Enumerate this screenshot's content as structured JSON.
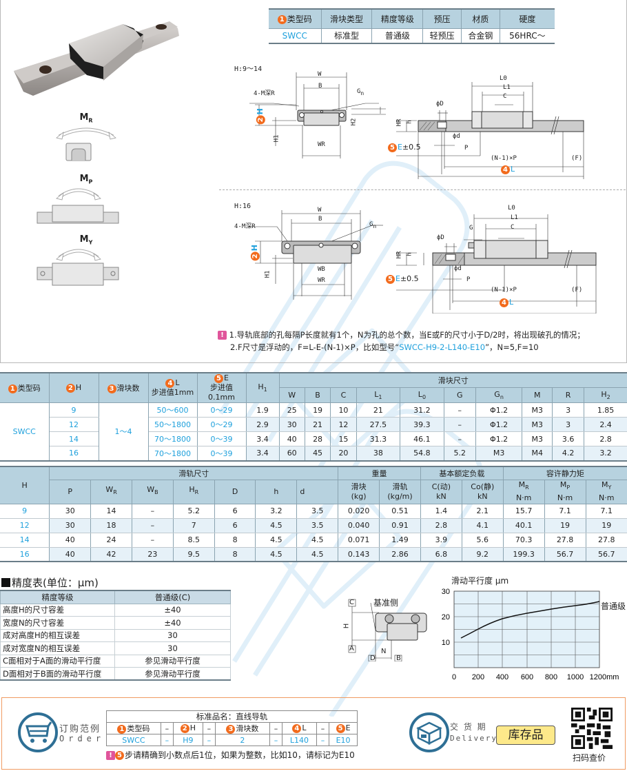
{
  "product_spec": {
    "headers": [
      "类型码",
      "滑块类型",
      "精度等级",
      "预压",
      "材质",
      "硬度"
    ],
    "header_num": "1",
    "values": [
      "SWCC",
      "标准型",
      "普通级",
      "轻预压",
      "合金钢",
      "56HRC～"
    ]
  },
  "moment_diagrams": {
    "mr_label": "M",
    "mr_sub": "R",
    "mp_label": "M",
    "mp_sub": "P",
    "my_label": "M",
    "my_sub": "Y"
  },
  "drawing_top": {
    "range_label": "H:9～14",
    "labels": {
      "W": "W",
      "B": "B",
      "tap": "4-M深R",
      "Gn": "G",
      "Gn_sub": "n",
      "H": "H",
      "H_num": "2",
      "H1": "H1",
      "H2": "H2",
      "WR": "WR",
      "L0": "L0",
      "L1": "L1",
      "C": "C",
      "phiD": "ϕD",
      "phid": "ϕd",
      "HR": "HR",
      "h": "h",
      "E_num": "5",
      "E": "E",
      "E_tol": "±0.5",
      "P": "P",
      "N1P": "(N-1)×P",
      "F": "(F)",
      "L_num": "4",
      "L": "L"
    }
  },
  "drawing_bottom": {
    "range_label": "H:16",
    "labels": {
      "W": "W",
      "B": "B",
      "tap": "4-M深R",
      "Gn": "G",
      "H": "H",
      "H_num": "2",
      "H1": "H1",
      "WB": "WB",
      "WR": "WR",
      "L0": "L0",
      "L1": "L1",
      "C": "C",
      "G": "G",
      "phiD": "ϕD",
      "phid": "ϕd",
      "HR": "HR",
      "h": "h",
      "E_num": "5",
      "E": "E",
      "E_tol": "±0.5",
      "P": "P",
      "N1P": "(N-1)×P",
      "F": "(F)",
      "L_num": "4",
      "L": "L"
    }
  },
  "notes": {
    "line1": "1.导轨底部的孔每隔P长度就有1个，N为孔的总个数，当E或F的尺寸小于D/2时，将出现破孔的情况；",
    "line2_pre": "2.F尺寸是浮动的，F=L-E-(N-1)×P，比如型号“",
    "line2_model": "SWCC-H9-2-L140-E10",
    "line2_post": "”，N=5,F=10"
  },
  "table1": {
    "headers": {
      "type_code": "类型码",
      "type_num": "1",
      "H": "H",
      "H_num": "2",
      "blocks": "滑块数",
      "blocks_num": "3",
      "L": "L",
      "L_num": "4",
      "L_step": "步进值1mm",
      "E": "E",
      "E_num": "5",
      "E_step": "步进值0.1mm",
      "H1": "H1",
      "block_dims": "滑块尺寸",
      "sub": [
        "W",
        "B",
        "C",
        "L1",
        "L0",
        "G",
        "Gn",
        "M",
        "R",
        "H2"
      ]
    },
    "type_code": "SWCC",
    "blocks": "1～4",
    "rows": [
      {
        "H": "9",
        "L": "50～600",
        "E": "0～29",
        "H1": "1.9",
        "W": "25",
        "B": "19",
        "C": "10",
        "L1": "21",
        "L0": "31.2",
        "G": "–",
        "Gn": "Φ1.2",
        "M": "M3",
        "R": "3",
        "H2": "1.85"
      },
      {
        "H": "12",
        "L": "50～1800",
        "E": "0～29",
        "H1": "2.9",
        "W": "30",
        "B": "21",
        "C": "12",
        "L1": "27.5",
        "L0": "39.3",
        "G": "–",
        "Gn": "Φ1.2",
        "M": "M3",
        "R": "3",
        "H2": "2.4"
      },
      {
        "H": "14",
        "L": "70～1800",
        "E": "0～39",
        "H1": "3.4",
        "W": "40",
        "B": "28",
        "C": "15",
        "L1": "31.3",
        "L0": "46.1",
        "G": "–",
        "Gn": "Φ1.2",
        "M": "M3",
        "R": "3.6",
        "H2": "2.8"
      },
      {
        "H": "16",
        "L": "70～1800",
        "E": "0～39",
        "H1": "3.4",
        "W": "60",
        "B": "45",
        "C": "20",
        "L1": "38",
        "L0": "54.8",
        "G": "5.2",
        "Gn": "M3",
        "M": "M4",
        "R": "4.2",
        "H2": "3.2"
      }
    ]
  },
  "table2": {
    "headers": {
      "H": "H",
      "rail_dims": "滑轨尺寸",
      "rail_sub": [
        "P",
        "WR",
        "WB",
        "HR",
        "D",
        "h",
        "d"
      ],
      "weight": "重量",
      "weight_sub": [
        "滑块\n(kg)",
        "滑轨\n(kg/m)"
      ],
      "weight_block": "滑块",
      "weight_block_unit": "(kg)",
      "weight_rail": "滑轨",
      "weight_rail_unit": "(kg/m)",
      "load": "基本额定负载",
      "load_dyn": "C(动)",
      "load_static": "Co(静)",
      "load_unit": "kN",
      "moment": "容许静力矩",
      "mr": "MR",
      "mp": "MP",
      "my": "MY",
      "moment_unit": "N·m"
    },
    "rows": [
      {
        "H": "9",
        "P": "30",
        "WR": "14",
        "WB": "–",
        "HR": "5.2",
        "D": "6",
        "h": "3.2",
        "d": "3.5",
        "wb": "0.020",
        "wr": "0.51",
        "C": "1.4",
        "C0": "2.1",
        "MR": "15.7",
        "MP": "7.1",
        "MY": "7.1"
      },
      {
        "H": "12",
        "P": "30",
        "WR": "18",
        "WB": "–",
        "HR": "7",
        "D": "6",
        "h": "4.5",
        "d": "3.5",
        "wb": "0.040",
        "wr": "0.91",
        "C": "2.8",
        "C0": "4.1",
        "MR": "40.1",
        "MP": "19",
        "MY": "19"
      },
      {
        "H": "14",
        "P": "40",
        "WR": "24",
        "WB": "–",
        "HR": "8.5",
        "D": "8",
        "h": "4.5",
        "d": "4.5",
        "wb": "0.071",
        "wr": "1.49",
        "C": "3.9",
        "C0": "5.6",
        "MR": "70.3",
        "MP": "27.8",
        "MY": "27.8"
      },
      {
        "H": "16",
        "P": "40",
        "WR": "42",
        "WB": "23",
        "HR": "9.5",
        "D": "8",
        "h": "4.5",
        "d": "4.5",
        "wb": "0.143",
        "wr": "2.86",
        "C": "6.8",
        "C0": "9.2",
        "MR": "199.3",
        "MP": "56.7",
        "MY": "56.7"
      }
    ]
  },
  "accuracy": {
    "title": "精度表(单位：μm)",
    "headers": [
      "精度等级",
      "普通级(C)"
    ],
    "rows": [
      [
        "高度H的尺寸容差",
        "±40"
      ],
      [
        "宽度N的尺寸容差",
        "±40"
      ],
      [
        "成对高度H的相互误差",
        "30"
      ],
      [
        "成对宽度N的相互误差",
        "30"
      ],
      [
        "C面相对于A面的滑动平行度",
        "参见滑动平行度"
      ],
      [
        "D面相对于B面的滑动平行度",
        "参见滑动平行度"
      ]
    ]
  },
  "ref_diagram": {
    "label": "基准侧",
    "C": "C",
    "A": "A",
    "D": "D",
    "B": "B",
    "N": "N",
    "H": "H"
  },
  "chart_data": {
    "type": "line",
    "title": "滑动平行度 μm",
    "xlabel": "mm",
    "ylabel": "滑动平行度 μm",
    "x_ticks": [
      "0",
      "200",
      "400",
      "600",
      "800",
      "1000",
      "1200mm"
    ],
    "y_ticks": [
      "10",
      "20",
      "30"
    ],
    "xlim": [
      0,
      1200
    ],
    "ylim": [
      0,
      30
    ],
    "grid": true,
    "series": [
      {
        "name": "普通级",
        "x": [
          80,
          200,
          400,
          600,
          800,
          1000,
          1200
        ],
        "values": [
          11.8,
          15,
          18.2,
          20,
          21.8,
          23.2,
          25
        ]
      }
    ]
  },
  "order": {
    "icon_label": "订购范例",
    "icon_sub": "Order",
    "standard_name": "标准品名：直线导轨",
    "cols": [
      {
        "num": "1",
        "label": "类型码",
        "value": "SWCC"
      },
      {
        "num": "2",
        "label": "H",
        "value": "H9"
      },
      {
        "num": "3",
        "label": "滑块数",
        "value": "2"
      },
      {
        "num": "4",
        "label": "L",
        "value": "L140"
      },
      {
        "num": "5",
        "label": "E",
        "value": "E10"
      }
    ],
    "dash": "–",
    "note_num": "5",
    "note": "步请精确到小数点后1位，如果为整数，比如10，请标记为E10",
    "delivery_label": "交 货 期",
    "delivery_sub": "Delivery",
    "stock_badge": "库存品",
    "qr_label": "扫码查价"
  },
  "colors": {
    "accent_blue": "#1ea0dc",
    "orange_num": "#f26b1d",
    "header_bg": "#b7d2df",
    "alt_row": "#e6f1f8",
    "order_border": "#f09a60",
    "stock_badge_bg": "#fde98a",
    "icon_blue": "#2e6f95"
  }
}
